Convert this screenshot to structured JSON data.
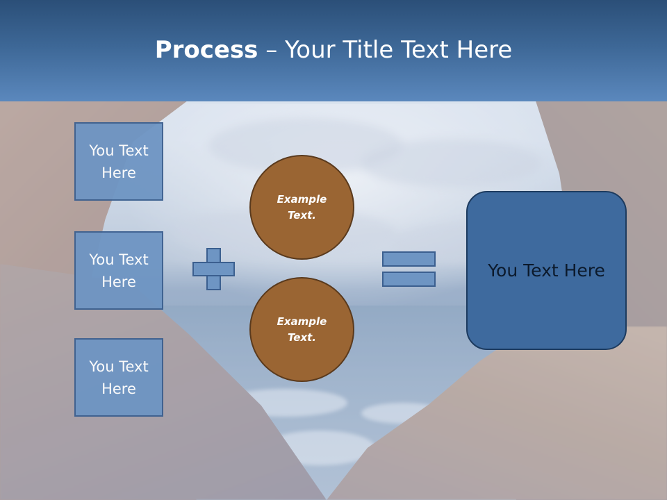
{
  "title": {
    "bold": "Process",
    "rest": " – Your Title Text Here"
  },
  "left_boxes": [
    {
      "label": "You Text Here"
    },
    {
      "label": "You Text Here"
    },
    {
      "label": "You Text Here"
    }
  ],
  "circles": [
    {
      "label": "Example Text."
    },
    {
      "label": "Example Text."
    }
  ],
  "operators": {
    "plus": "plus-sign",
    "equals": "equals-sign"
  },
  "result": {
    "label": "You Text Here"
  },
  "colors": {
    "title_band": "#3d6796",
    "box_fill": "#6e95c3",
    "circle_fill": "#9a6533",
    "result_fill": "#3e6a9e"
  }
}
